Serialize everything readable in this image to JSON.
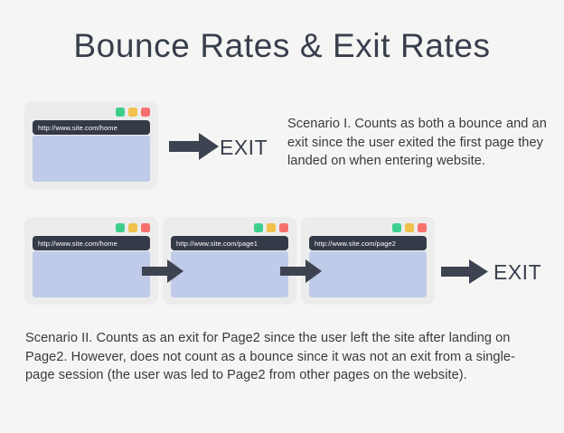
{
  "page": {
    "title": "Bounce Rates & Exit Rates",
    "background_color": "#f5f5f4",
    "text_color": "#383e4c"
  },
  "colors": {
    "title": "#383e4c",
    "window_frame": "#ececec",
    "url_bar": "#343a47",
    "viewport": "#bfcbe8",
    "arrow": "#3d4350",
    "dot_green": "#3ecf8e",
    "dot_yellow": "#f0c24b",
    "dot_red": "#f7706d",
    "body_text": "#3a3a3a"
  },
  "scenario1": {
    "window": {
      "url": "http://www.site.com/home",
      "dots": [
        "green",
        "yellow",
        "red"
      ]
    },
    "arrow_label": "arrow-right-icon",
    "exit_label": "EXIT",
    "description": "Scenario I. Counts as both a bounce and an exit since the user exited the first page they landed on when entering website."
  },
  "scenario2": {
    "windows": [
      {
        "url": "http://www.site.com/home",
        "dots": [
          "green",
          "yellow",
          "red"
        ]
      },
      {
        "url": "http://www.site.com/page1",
        "dots": [
          "green",
          "yellow",
          "red"
        ]
      },
      {
        "url": "http://www.site.com/page2",
        "dots": [
          "green",
          "yellow",
          "red"
        ]
      }
    ],
    "arrow_label": "arrow-right-icon",
    "exit_label": "EXIT",
    "description": "Scenario II. Counts as an exit for Page2 since the user left the site after landing on Page2. However, does not count as a bounce since it was not an exit from a single-page session (the user was led to Page2 from other pages on the website)."
  }
}
